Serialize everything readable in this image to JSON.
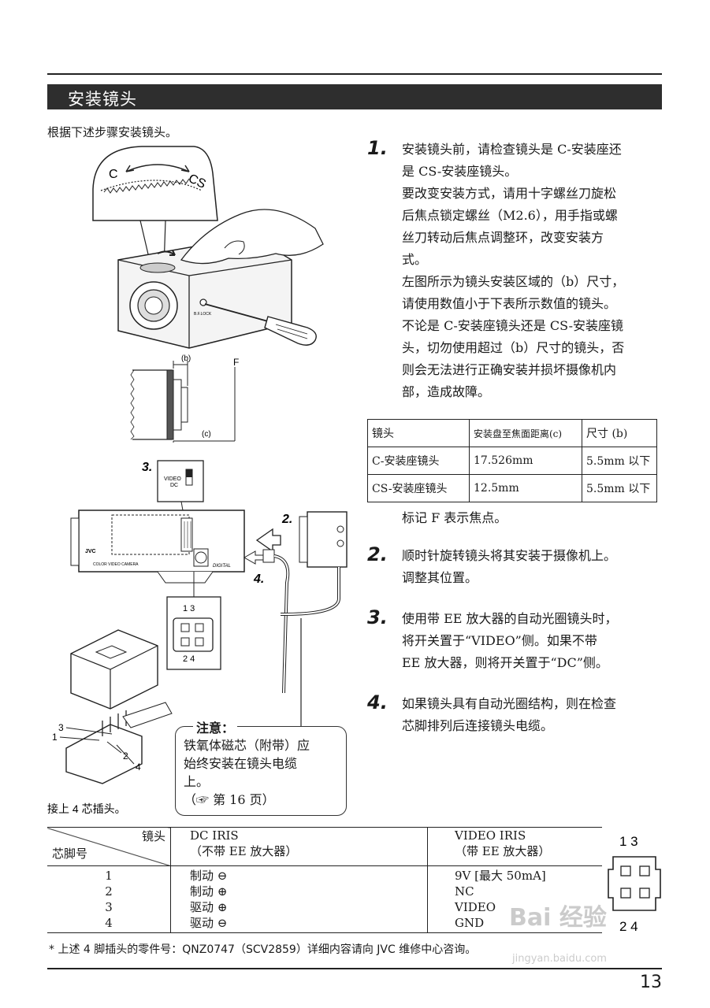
{
  "header": {
    "title": "安装镜头"
  },
  "intro": "根据下述步骤安装镜头。",
  "steps": [
    {
      "num": "1.",
      "lines": [
        "安装镜头前，请检查镜头是 C-安装座还",
        "是 CS-安装座镜头。",
        "要改变安装方式，请用十字螺丝刀旋松",
        "后焦点锁定螺丝（M2.6），用手指或螺",
        "丝刀转动后焦点调整环，改变安装方",
        "式。",
        "左图所示为镜头安装区域的（b）尺寸，",
        "请使用数值小于下表所示数值的镜头。",
        "不论是 C-安装座镜头还是 CS-安装座镜",
        "头，切勿使用超过（b）尺寸的镜头，否",
        "则会无法进行正确安装并损坏摄像机内",
        "部，造成故障。"
      ]
    },
    {
      "num": "2.",
      "lines": [
        "顺时针旋转镜头将其安装于摄像机上。",
        "调整其位置。"
      ]
    },
    {
      "num": "3.",
      "lines": [
        "使用带 EE 放大器的自动光圈镜头时，",
        "将开关置于“VIDEO”侧。如果不带",
        "EE 放大器，则将开关置于“DC”侧。"
      ]
    },
    {
      "num": "4.",
      "lines": [
        "如果镜头具有自动光圈结构，则在检查",
        "芯脚排列后连接镜头电缆。"
      ]
    }
  ],
  "focus_table": {
    "header": [
      "镜头",
      "安装盘至焦面距离(c)",
      "尺寸 (b)"
    ],
    "rows": [
      [
        "C-安装座镜头",
        "17.526mm",
        "5.5mm 以下"
      ],
      [
        "CS-安装座镜头",
        "12.5mm",
        "5.5mm 以下"
      ]
    ]
  },
  "focus_note": "标记 F 表示焦点。",
  "figure": {
    "mount_c": "C",
    "mount_cs": "CS",
    "dim_b": "(b)",
    "dim_c": "(c)",
    "dim_f": "F",
    "label_3": "3.",
    "label_2": "2.",
    "label_4": "4.",
    "switch_video": "VIDEO",
    "switch_dc": "DC",
    "brand": "JVC",
    "camera_text": "COLOR VIDEO CAMERA",
    "digital": "DIGITAL",
    "bf_lock": "B.F.LOCK",
    "pins_top": "1 3",
    "pins_bottom": "2 4",
    "plug_pins": [
      "1",
      "2",
      "3",
      "4"
    ],
    "plug_caption": "接上 4 芯插头。"
  },
  "note": {
    "title": "注意：",
    "lines": [
      "铁氧体磁芯（附带）应",
      "始终安装在镜头电缆",
      "上。",
      "（☞ 第 16 页）"
    ]
  },
  "pin_table": {
    "corner_top": "镜头",
    "corner_bottom": "芯脚号",
    "dc_title": "DC IRIS",
    "dc_sub": "（不带 EE 放大器）",
    "video_title": "VIDEO IRIS",
    "video_sub": "（带 EE 放大器）",
    "pins": [
      "1",
      "2",
      "3",
      "4"
    ],
    "dc_values": [
      "制动 ⊖",
      "制动 ⊕",
      "驱动 ⊕",
      "驱动 ⊖"
    ],
    "video_values": [
      "9V [最大 50mA]",
      "NC",
      "VIDEO",
      "GND"
    ],
    "diagram_top": "1 3",
    "diagram_bottom": "2 4"
  },
  "footnote": "* 上述 4 脚插头的零件号：QNZ0747（SCV2859）详细内容请向 JVC 维修中心咨询。",
  "watermark": {
    "brand": "Bai 经验",
    "url": "jingyan.baidu.com"
  },
  "page_number": "13"
}
